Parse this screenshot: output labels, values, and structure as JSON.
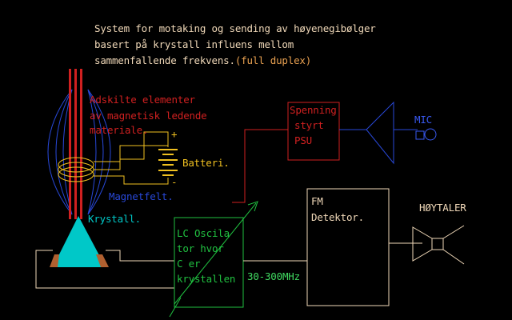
{
  "title": {
    "line1": "System for motaking og sending av høyenegibølger",
    "line2": "basert på krystall influens mellom",
    "line3_main": "sammenfallende frekvens.",
    "line3_paren": "(full duplex)"
  },
  "labels": {
    "elements": [
      "Adskilte elementer",
      "av magnetisk ledende",
      "materiale."
    ],
    "battery": "Batteri.",
    "battery_plus": "+",
    "battery_minus": "-",
    "magnetfield": "Magnetfelt.",
    "crystal": "Krystall.",
    "psu": [
      "Spenning",
      "styrt",
      "PSU"
    ],
    "mic": "MIC",
    "oscillator": [
      "LC Oscila",
      "tor hvor",
      "C er",
      "krystallen"
    ],
    "frequency": "30-300MHz",
    "detector": [
      "FM",
      "Detektor."
    ],
    "speaker": "HØYTALER"
  },
  "colors": {
    "background": "#000000",
    "title": "#f0d8b8",
    "title_paren": "#e8a050",
    "red": "#d02020",
    "blue": "#2848d8",
    "yellow": "#f0c020",
    "green": "#20c040",
    "cyan": "#00c8c8",
    "brown": "#b06030",
    "cream": "#f0d8b8",
    "mic_blue": "#3858f0",
    "frequency": "#40d860"
  }
}
